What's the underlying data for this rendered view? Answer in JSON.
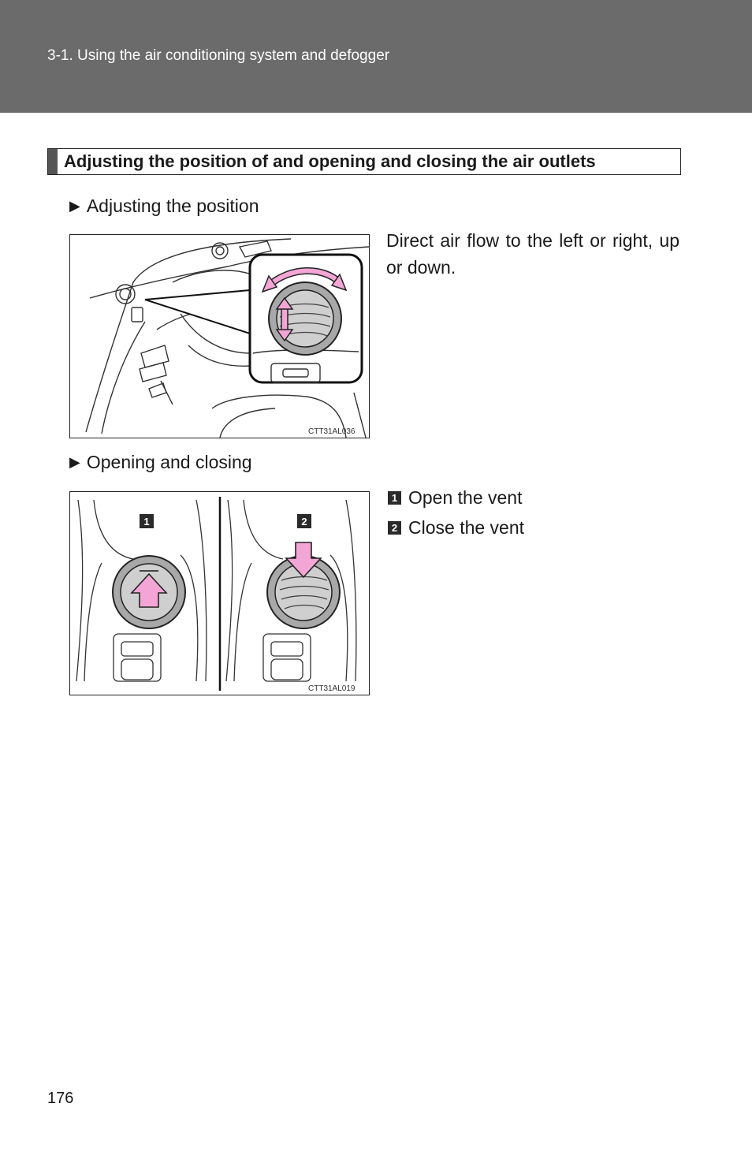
{
  "header": {
    "breadcrumb": "3-1. Using the air conditioning system and defogger"
  },
  "section": {
    "title": "Adjusting the position of and opening and closing the air outlets"
  },
  "adjusting": {
    "heading": "Adjusting the position",
    "description": "Direct air flow to the left or right, up or down.",
    "figure_code": "CTT31AL036"
  },
  "opening": {
    "heading": "Opening and closing",
    "figure_code": "CTT31AL019",
    "steps": [
      {
        "num": "1",
        "text": "Open the vent"
      },
      {
        "num": "2",
        "text": "Close the vent"
      }
    ],
    "panel_labels": [
      "1",
      "2"
    ]
  },
  "footer": {
    "page_number": "176"
  },
  "colors": {
    "header_band": "#6b6b6b",
    "arrow_pink": "#f3a6d6",
    "vent_grey": "#a8a8a8"
  }
}
